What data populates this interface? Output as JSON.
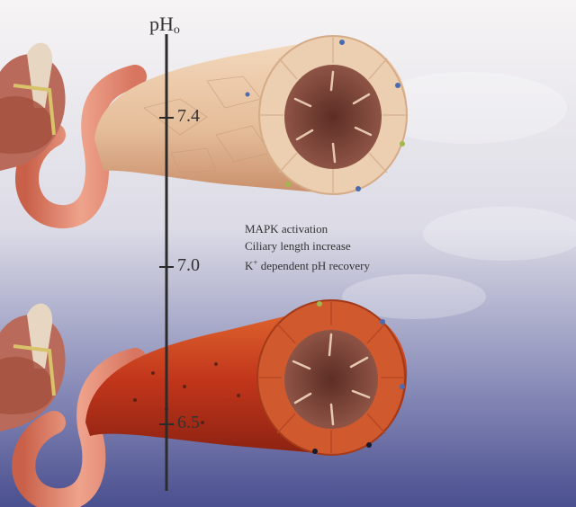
{
  "colors": {
    "background_top": "#f4f2f2",
    "background_bottom": "#4a4f8f",
    "axis": "#2b2b2b",
    "tube_neutral": "#e7c3a1",
    "tube_acid": "#c43a1f",
    "lumen": "#7d4438"
  },
  "axis": {
    "title_base": "pH",
    "title_sub": "o",
    "ticks": [
      {
        "label": "7.4",
        "value": 7.4
      },
      {
        "label": "7.0",
        "value": 7.0
      },
      {
        "label": "6.5",
        "value": 6.5
      }
    ]
  },
  "annotations": {
    "line1": "MAPK activation",
    "line2": "Ciliary length increase",
    "line3_base": "K",
    "line3_sup": "+",
    "line3_rest": " dependent pH recovery"
  },
  "icons": [
    "heart-illustration",
    "kidney-tubule-illustration"
  ]
}
